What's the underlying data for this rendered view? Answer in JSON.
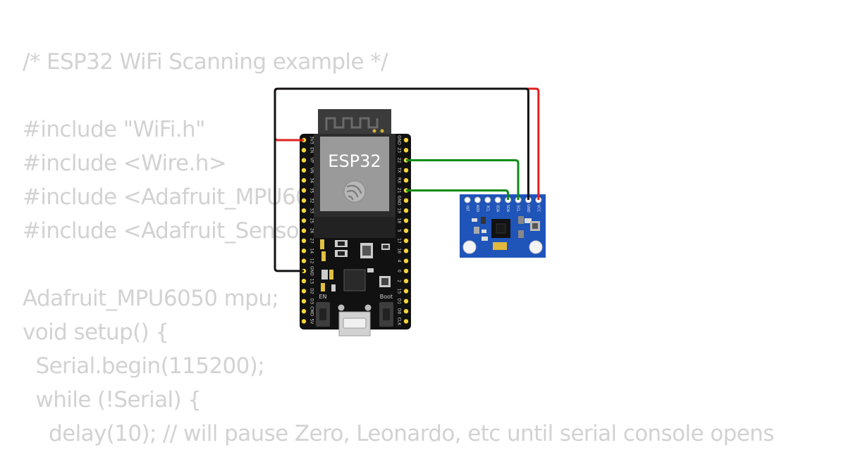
{
  "code_lines": [
    "/* ESP32 WiFi Scanning example */",
    "",
    "#include \"WiFi.h\"",
    "#include <Wire.h>",
    "#include <Adafruit_MPU6050.h>",
    "#include <Adafruit_Sensor.h>",
    "",
    "Adafruit_MPU6050 mpu;",
    "void setup() {",
    "  Serial.begin(115200);",
    "  while (!Serial) {",
    "    delay(10); // will pause Zero, Leonardo, etc until serial console opens"
  ],
  "esp32": {
    "label": "ESP32",
    "left_pins": [
      "3V3",
      "EN",
      "VP",
      "VN",
      "34",
      "35",
      "32",
      "33",
      "25",
      "26",
      "27",
      "14",
      "12",
      "GND",
      "13",
      "D2",
      "D3",
      "CMD",
      "5V"
    ],
    "right_pins": [
      "GND",
      "23",
      "22",
      "TX",
      "RX",
      "21",
      "GND",
      "19",
      "18",
      "5",
      "17",
      "16",
      "4",
      "0",
      "2",
      "15",
      "D1",
      "D0",
      "CLK"
    ],
    "button_en": "EN",
    "button_boot": "Boot"
  },
  "mpu6050": {
    "pins": [
      "INT",
      "AD0",
      "XCL",
      "XDA",
      "SDA",
      "SCL",
      "GND",
      "VCC"
    ]
  },
  "wires": [
    {
      "from": "esp32:3V3",
      "to": "mpu6050:VCC",
      "color": "#e02020"
    },
    {
      "from": "esp32:GND",
      "to": "mpu6050:GND",
      "color": "#111111"
    },
    {
      "from": "esp32:22",
      "to": "mpu6050:SCL",
      "color": "#0e8a16"
    },
    {
      "from": "esp32:21",
      "to": "mpu6050:SDA",
      "color": "#0e8a16"
    }
  ],
  "colors": {
    "code_text": "#d2d2d2",
    "board": "#111111",
    "pin_gold": "#f6d53b",
    "sensor_blue": "#1f54b9"
  }
}
